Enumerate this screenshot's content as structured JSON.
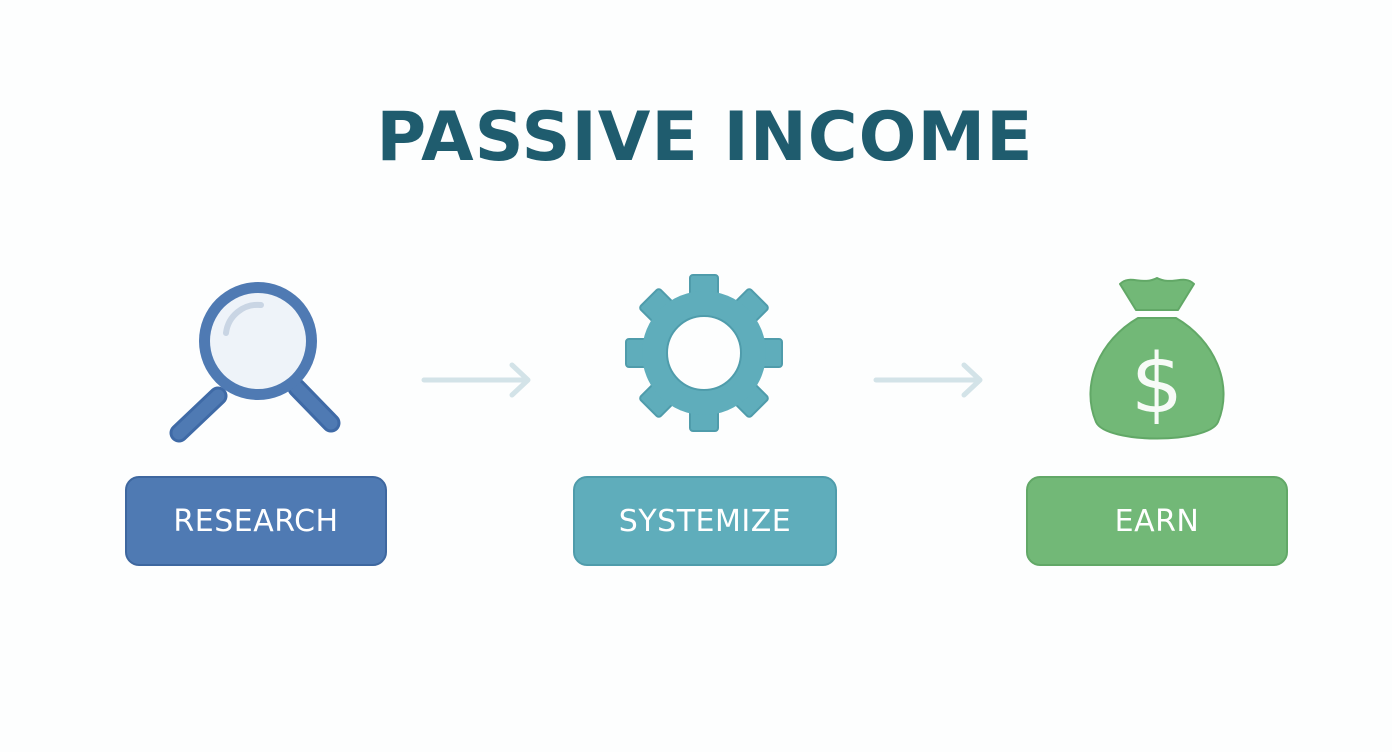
{
  "title": "PASSIVE INCOME",
  "steps": [
    {
      "label": "RESEARCH",
      "icon": "magnifying-glass-icon",
      "color": "#4f7ab3"
    },
    {
      "label": "SYSTEMIZE",
      "icon": "gear-icon",
      "color": "#5fadbb"
    },
    {
      "label": "EARN",
      "icon": "money-bag-icon",
      "color": "#72b877"
    }
  ],
  "money_symbol": "$",
  "arrow_icon": "arrow-right-icon",
  "colors": {
    "title": "#1f5c6e",
    "arrow": "#d3e3e8",
    "background": "#fdfefe"
  }
}
